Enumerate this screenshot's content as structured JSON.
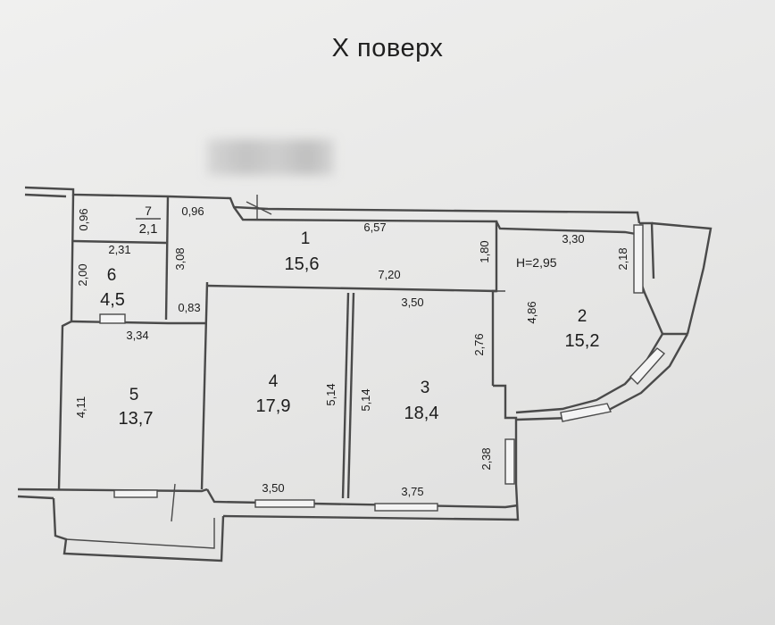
{
  "title": "Х поверх",
  "height_label": "H=2,95",
  "rooms": [
    {
      "number": "1",
      "area": "15,6"
    },
    {
      "number": "2",
      "area": "15,2"
    },
    {
      "number": "3",
      "area": "18,4"
    },
    {
      "number": "4",
      "area": "17,9"
    },
    {
      "number": "5",
      "area": "13,7"
    },
    {
      "number": "6",
      "area": "4,5"
    },
    {
      "number": "7",
      "area": "2,1"
    }
  ],
  "dimensions": {
    "d_0_96_left": "0,96",
    "d_0_96_top": "0,96",
    "d_2_31": "2,31",
    "d_2_00": "2,00",
    "d_3_08": "3,08",
    "d_0_83": "0,83",
    "d_3_34": "3,34",
    "d_4_11": "4,11",
    "d_6_57": "6,57",
    "d_7_20": "7,20",
    "d_1_80": "1,80",
    "d_3_50_top": "3,50",
    "d_5_14_left": "5,14",
    "d_5_14_right": "5,14",
    "d_2_76": "2,76",
    "d_2_38": "2,38",
    "d_3_50_bottom": "3,50",
    "d_3_75": "3,75",
    "d_3_30": "3,30",
    "d_2_18": "2,18",
    "d_4_86": "4,86"
  }
}
